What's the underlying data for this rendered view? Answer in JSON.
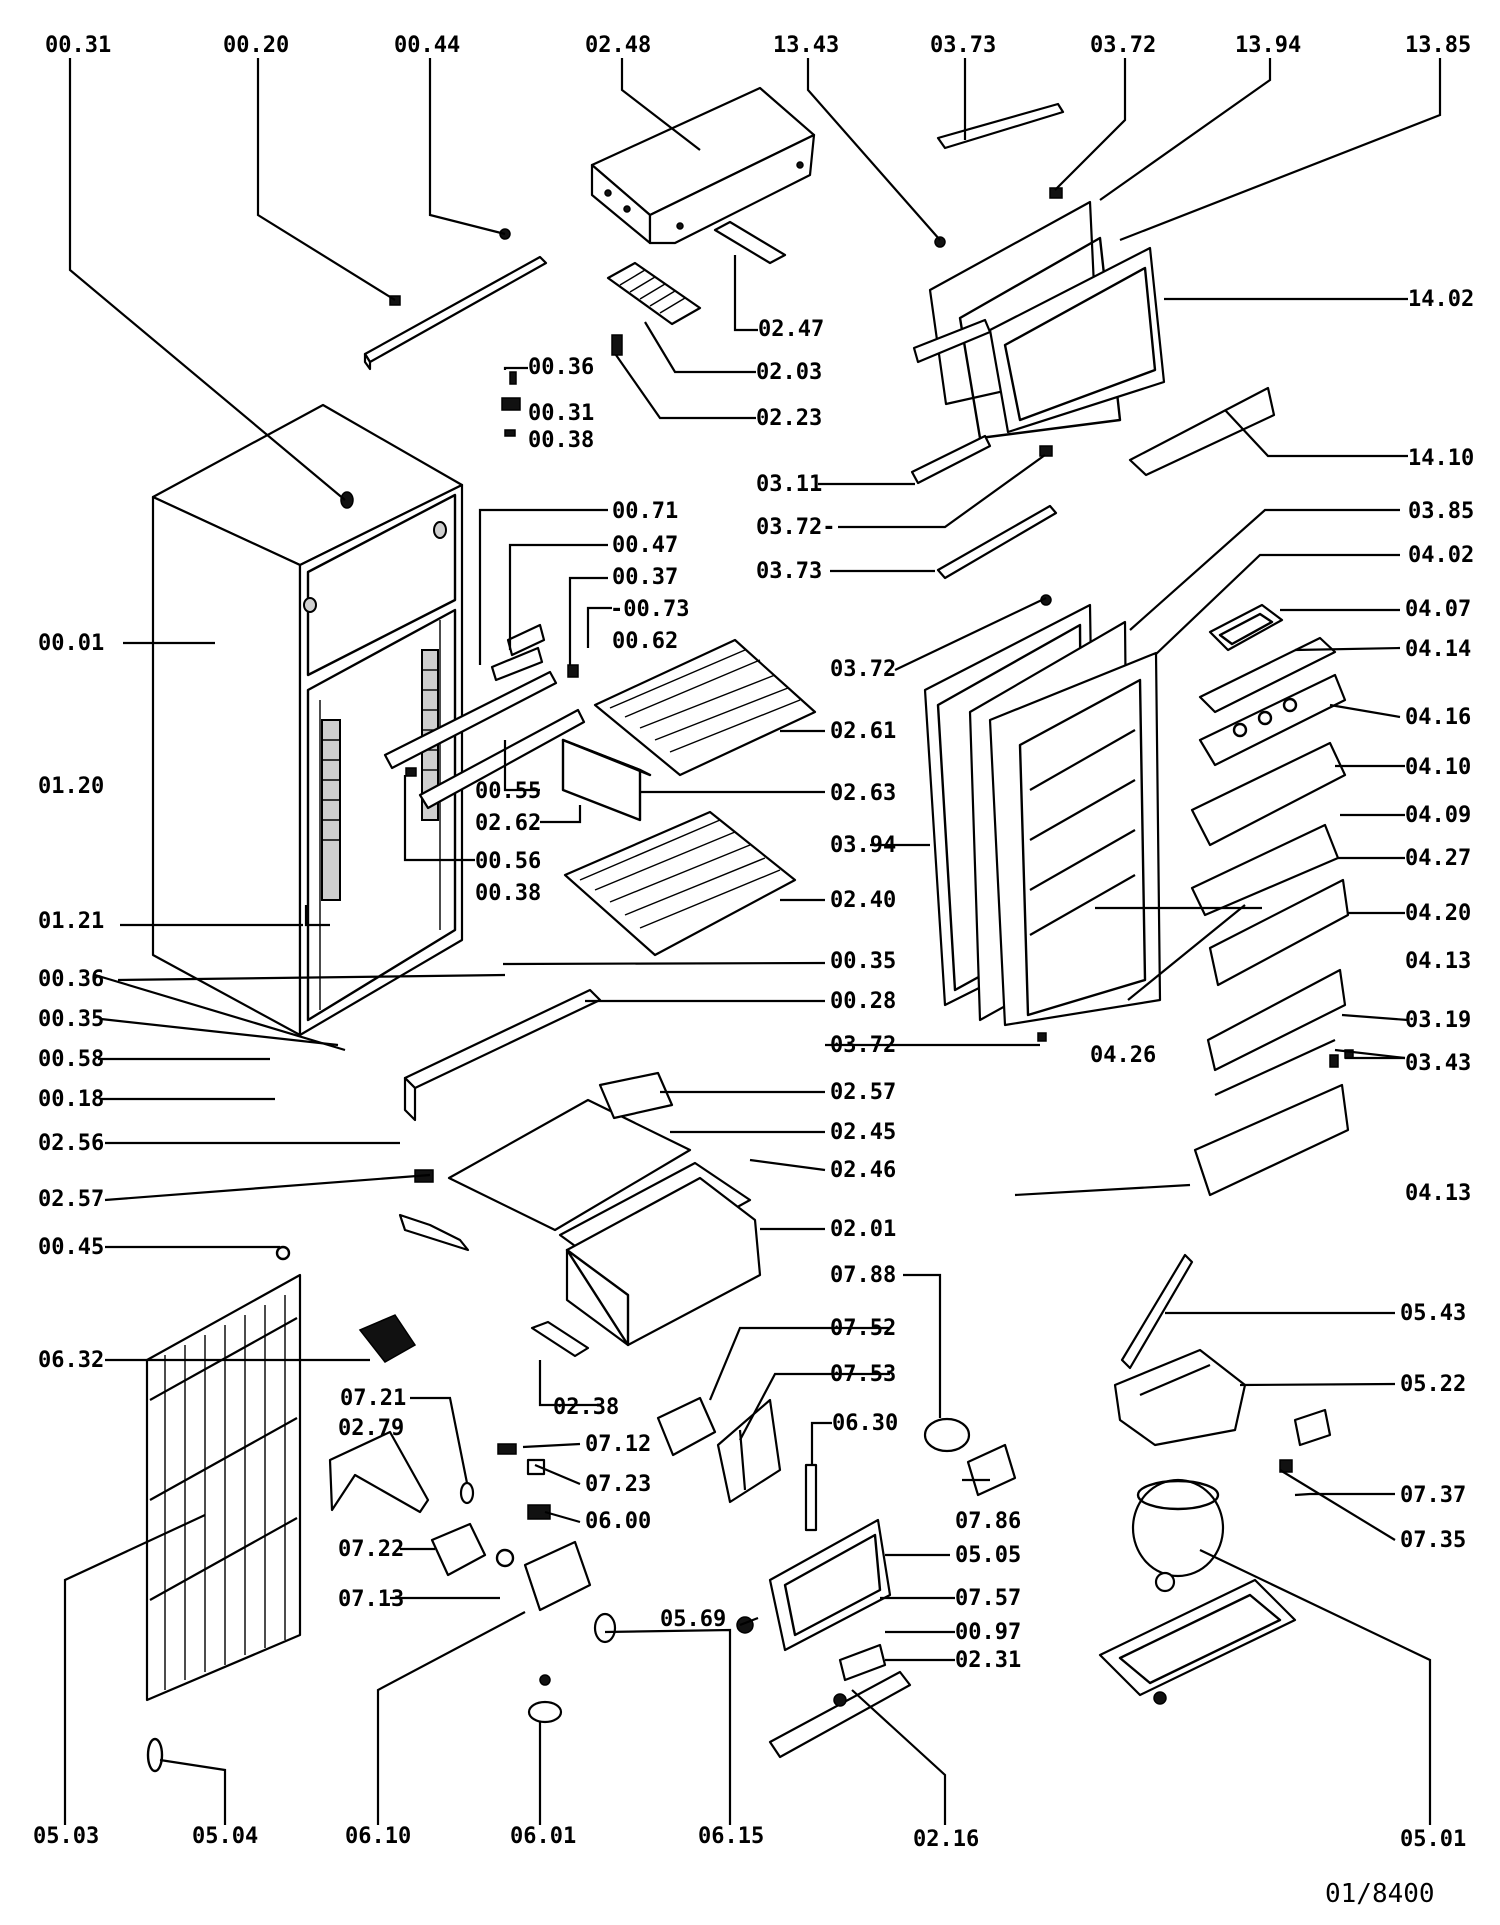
{
  "callouts": [
    {
      "id": "c1",
      "text": "00.31"
    },
    {
      "id": "c2",
      "text": "00.20"
    },
    {
      "id": "c3",
      "text": "00.44"
    },
    {
      "id": "c4",
      "text": "02.48"
    },
    {
      "id": "c5",
      "text": "13.43"
    },
    {
      "id": "c6",
      "text": "03.73"
    },
    {
      "id": "c7",
      "text": "03.72"
    },
    {
      "id": "c8",
      "text": "13.94"
    },
    {
      "id": "c9",
      "text": "13.85"
    },
    {
      "id": "c10",
      "text": "14.02"
    },
    {
      "id": "c11",
      "text": "02.47"
    },
    {
      "id": "c12",
      "text": "00.36"
    },
    {
      "id": "c13",
      "text": "02.03"
    },
    {
      "id": "c14",
      "text": "00.31"
    },
    {
      "id": "c15",
      "text": "02.23"
    },
    {
      "id": "c16",
      "text": "00.38"
    },
    {
      "id": "c17",
      "text": "14.10"
    },
    {
      "id": "c18",
      "text": "03.11"
    },
    {
      "id": "c19",
      "text": "00.71"
    },
    {
      "id": "c20",
      "text": "03.72-"
    },
    {
      "id": "c21",
      "text": "03.85"
    },
    {
      "id": "c22",
      "text": "00.47"
    },
    {
      "id": "c23",
      "text": "04.02"
    },
    {
      "id": "c24",
      "text": "00.37"
    },
    {
      "id": "c25",
      "text": "03.73"
    },
    {
      "id": "c26",
      "text": "-00.73"
    },
    {
      "id": "c27",
      "text": "04.07"
    },
    {
      "id": "c28",
      "text": "00.62"
    },
    {
      "id": "c29",
      "text": "00.01"
    },
    {
      "id": "c30",
      "text": "03.72"
    },
    {
      "id": "c31",
      "text": "04.14"
    },
    {
      "id": "c32",
      "text": "04.16"
    },
    {
      "id": "c33",
      "text": "02.61"
    },
    {
      "id": "c34",
      "text": "01.20"
    },
    {
      "id": "c35",
      "text": "00.55"
    },
    {
      "id": "c36",
      "text": "04.10"
    },
    {
      "id": "c37",
      "text": "02.63"
    },
    {
      "id": "c38",
      "text": "02.62"
    },
    {
      "id": "c39",
      "text": "04.09"
    },
    {
      "id": "c40",
      "text": "03.94"
    },
    {
      "id": "c41",
      "text": "00.56"
    },
    {
      "id": "c42",
      "text": "04.27"
    },
    {
      "id": "c43",
      "text": "00.38"
    },
    {
      "id": "c44",
      "text": "02.40"
    },
    {
      "id": "c45",
      "text": "04.20"
    },
    {
      "id": "c46",
      "text": "01.21"
    },
    {
      "id": "c47",
      "text": "00.35"
    },
    {
      "id": "c48",
      "text": "04.13"
    },
    {
      "id": "c49",
      "text": "00.36"
    },
    {
      "id": "c50",
      "text": "00.28"
    },
    {
      "id": "c51",
      "text": "00.35"
    },
    {
      "id": "c52",
      "text": "03.19"
    },
    {
      "id": "c53",
      "text": "03.72"
    },
    {
      "id": "c54",
      "text": "04.26"
    },
    {
      "id": "c55",
      "text": "00.58"
    },
    {
      "id": "c56",
      "text": "03.43"
    },
    {
      "id": "c57",
      "text": "02.57"
    },
    {
      "id": "c58",
      "text": "00.18"
    },
    {
      "id": "c59",
      "text": "02.45"
    },
    {
      "id": "c60",
      "text": "02.56"
    },
    {
      "id": "c61",
      "text": "02.46"
    },
    {
      "id": "c62",
      "text": "04.13"
    },
    {
      "id": "c63",
      "text": "02.57"
    },
    {
      "id": "c64",
      "text": "02.01"
    },
    {
      "id": "c65",
      "text": "00.45"
    },
    {
      "id": "c66",
      "text": "07.88"
    },
    {
      "id": "c67",
      "text": "05.43"
    },
    {
      "id": "c68",
      "text": "07.52"
    },
    {
      "id": "c69",
      "text": "06.32"
    },
    {
      "id": "c70",
      "text": "07.53"
    },
    {
      "id": "c71",
      "text": "05.22"
    },
    {
      "id": "c72",
      "text": "02.38"
    },
    {
      "id": "c73",
      "text": "07.21"
    },
    {
      "id": "c74",
      "text": "06.30"
    },
    {
      "id": "c75",
      "text": "02.79"
    },
    {
      "id": "c76",
      "text": "07.12"
    },
    {
      "id": "c77",
      "text": "07.37"
    },
    {
      "id": "c78",
      "text": "07.23"
    },
    {
      "id": "c79",
      "text": "07.86"
    },
    {
      "id": "c80",
      "text": "06.00"
    },
    {
      "id": "c81",
      "text": "07.35"
    },
    {
      "id": "c82",
      "text": "07.22"
    },
    {
      "id": "c83",
      "text": "05.05"
    },
    {
      "id": "c84",
      "text": "07.13"
    },
    {
      "id": "c85",
      "text": "07.57"
    },
    {
      "id": "c86",
      "text": "05.69"
    },
    {
      "id": "c87",
      "text": "00.97"
    },
    {
      "id": "c88",
      "text": "02.31"
    },
    {
      "id": "c89",
      "text": "05.03"
    },
    {
      "id": "c90",
      "text": "05.04"
    },
    {
      "id": "c91",
      "text": "06.10"
    },
    {
      "id": "c92",
      "text": "06.01"
    },
    {
      "id": "c93",
      "text": "06.15"
    },
    {
      "id": "c94",
      "text": "02.16"
    },
    {
      "id": "c95",
      "text": "05.01"
    }
  ],
  "reference": "01/8400"
}
